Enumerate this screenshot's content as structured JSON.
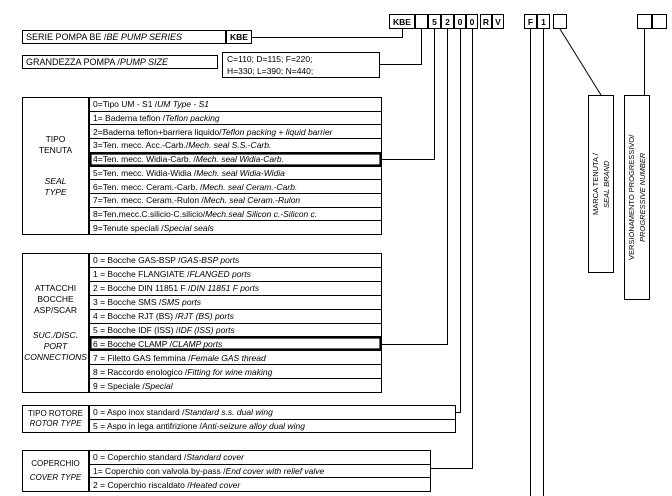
{
  "code": {
    "boxes": [
      {
        "label": "KBE"
      },
      {
        "label": ""
      },
      {
        "label": "5"
      },
      {
        "label": "2"
      },
      {
        "label": "0"
      },
      {
        "label": "0"
      },
      {
        "label": "R"
      },
      {
        "label": "V"
      },
      {
        "label": "F"
      },
      {
        "label": "1"
      },
      {
        "label": ""
      },
      {
        "label": ""
      },
      {
        "label": ""
      }
    ]
  },
  "series": {
    "label_it": "SERIE POMPA BE / ",
    "label_en": "BE PUMP SERIES",
    "value": "KBE"
  },
  "size": {
    "label_it": "GRANDEZZA POMPA / ",
    "label_en": "PUMP SIZE",
    "line1": "C=110; D=115; F=220;",
    "line2": "H=330; L=390; N=440;"
  },
  "seal": {
    "label_it": [
      "TIPO",
      "TENUTA"
    ],
    "label_en": [
      "SEAL",
      "TYPE"
    ],
    "rows": [
      {
        "it": "0=Tipo UM - S1 / ",
        "en": "UM Type - S1"
      },
      {
        "it": "1= Baderna teflon / ",
        "en": "Teflon packing"
      },
      {
        "it": "2=Baderna teflon+barriera liquido/",
        "en": "Teflon packing + liquid barrier"
      },
      {
        "it": "3=Ten. mecc. Acc.-Carb./ ",
        "en": "Mech. seal S.S.-Carb."
      },
      {
        "it": "4=Ten. mecc. Widia-Carb. / ",
        "en": "Mech. seal Widia-Carb.",
        "hl": true
      },
      {
        "it": "5=Ten. mecc. Widia-Widia / ",
        "en": "Mech. seal Widia-Widia"
      },
      {
        "it": "6=Ten. mecc. Ceram.-Carb. / ",
        "en": "Mech. seal Ceram.-Carb."
      },
      {
        "it": "7=Ten. mecc. Ceram.-Rulon / ",
        "en": "Mech. seal Ceram.-Rulon"
      },
      {
        "it": "8=Ten.mecc.C.silicio-C.silicio/",
        "en": "Mech.seal Silicon c.-Silicon c."
      },
      {
        "it": "9=Tenute speciali / ",
        "en": "Special seals"
      }
    ]
  },
  "ports": {
    "label_it": [
      "ATTACCHI",
      "BOCCHE",
      "ASP/SCAR"
    ],
    "label_en": [
      "SUC./DISC.",
      "PORT",
      "CONNECTIONS"
    ],
    "rows": [
      {
        "it": "0 = Bocche GAS-BSP / ",
        "en": "GAS-BSP ports"
      },
      {
        "it": "1 = Bocche FLANGIATE / ",
        "en": "FLANGED ports"
      },
      {
        "it": "2 = Bocche DIN 11851 F / ",
        "en": "DIN 11851 F ports"
      },
      {
        "it": "3 = Bocche SMS / ",
        "en": "SMS ports"
      },
      {
        "it": "4 = Bocche RJT (BS) / ",
        "en": "RJT (BS) ports"
      },
      {
        "it": "5 = Bocche IDF (ISS) / ",
        "en": "IDF (ISS) ports"
      },
      {
        "it": "6 = Bocche CLAMP / ",
        "en": "CLAMP ports",
        "hl": true
      },
      {
        "it": "7 = Filetto GAS femmina / ",
        "en": "Female GAS thread"
      },
      {
        "it": "8 = Raccordo enologico / ",
        "en": "Fitting for wine making"
      },
      {
        "it": "9 = Speciale / ",
        "en": "Special"
      }
    ]
  },
  "rotor": {
    "label_it": [
      "TIPO ROTORE"
    ],
    "label_en": [
      "ROTOR TYPE"
    ],
    "rows": [
      {
        "it": "0 = Aspo inox standard / ",
        "en": "Standard s.s. dual wing"
      },
      {
        "it": "5 = Aspo in lega antifrizione / ",
        "en": "Anti-seizure alloy dual wing"
      }
    ]
  },
  "cover": {
    "label_it": [
      "COPERCHIO"
    ],
    "label_en": [
      "COVER TYPE"
    ],
    "rows": [
      {
        "it": "0 = Coperchio standard / ",
        "en": "Standard cover"
      },
      {
        "it": "1= Coperchio con valvola by-pass / ",
        "en": "End cover with relief valve"
      },
      {
        "it": "2 = Coperchio riscaldato / ",
        "en": "Heated cover"
      }
    ]
  },
  "right": {
    "seal_brand_it": "MARCA TENUTA / ",
    "seal_brand_en": "SEAL BRAND",
    "progressive_it": "VERSIONAMENTO PROGRESSIVO/ ",
    "progressive_en": "PROGRESSIVE NUMBER"
  }
}
